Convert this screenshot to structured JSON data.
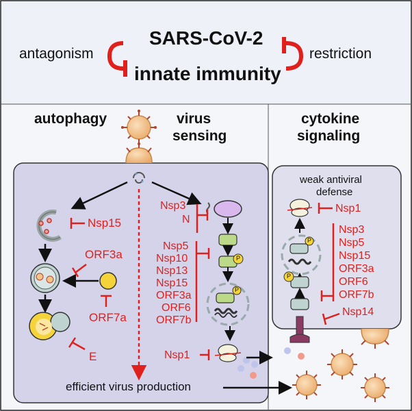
{
  "header": {
    "title": "SARS-CoV-2",
    "subtitle": "innate immunity",
    "left_label": "antagonism",
    "right_label": "restriction"
  },
  "sections": {
    "autophagy": "autophagy",
    "virus_sensing": [
      "virus",
      "sensing"
    ],
    "cytokine_signaling": [
      "cytokine",
      "signaling"
    ]
  },
  "autophagy_inhibitors": {
    "nsp15": "Nsp15",
    "orf3a": "ORF3a",
    "orf7a": "ORF7a",
    "e": "E"
  },
  "sensing_inhibitors": {
    "group1": [
      "Nsp3",
      "N"
    ],
    "group2": [
      "Nsp5",
      "Nsp10",
      "Nsp13",
      "Nsp15",
      "ORF3a",
      "ORF6",
      "ORF7b"
    ],
    "translation": "Nsp1"
  },
  "cytokine_panel": {
    "title": [
      "weak antiviral",
      "defense"
    ],
    "top_inhibitor": "Nsp1",
    "group": [
      "Nsp3",
      "Nsp5",
      "Nsp15",
      "ORF3a",
      "ORF6",
      "ORF7b"
    ],
    "bottom_inhibitor": "Nsp14"
  },
  "phospho_label": "P",
  "outcome": "efficient virus production",
  "colors": {
    "red": "#e0201c",
    "lavender": "#d5d3ea",
    "header_bg": "#eef1f7",
    "organelle": "#bfd3d1",
    "green": "#bcd98a",
    "yellow": "#f5d33b",
    "virus": "#f2c48a"
  }
}
